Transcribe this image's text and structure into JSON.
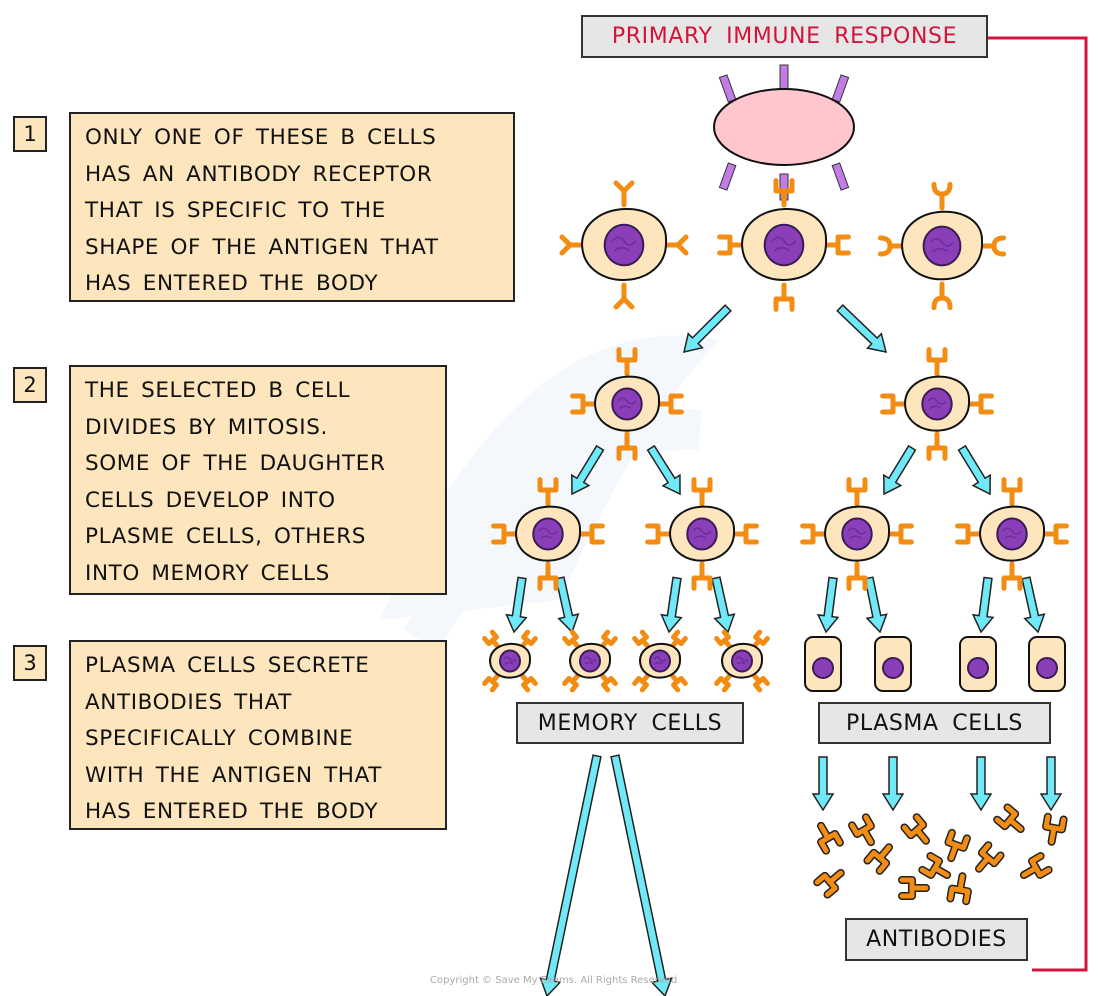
{
  "title": "PRIMARY IMMUNE RESPONSE",
  "colors": {
    "title_red": "#d4133a",
    "cell_fill": "#fde5bd",
    "nucleus": "#8a3fb8",
    "receptor": "#f28c12",
    "arrow": "#6fe9f7",
    "antigen_fill": "#ffc6cd",
    "antigen_spike": "#c27ce6",
    "label_grey": "#e6e6e6"
  },
  "steps": [
    {
      "number": "1",
      "lines": [
        "ONLY  ONE  OF  THESE  B CELLS",
        "HAS  AN  ANTIBODY  RECEPTOR",
        "THAT  IS  SPECIFIC  TO THE",
        "SHAPE  OF  THE  ANTIGEN THAT",
        "HAS  ENTERED THE  BODY"
      ]
    },
    {
      "number": "2",
      "lines": [
        "THE  SELECTED  B  CELL",
        "DIVIDES  BY  MITOSIS.",
        "SOME  OF  THE  DAUGHTER",
        "CELLS  DEVELOP  INTO",
        "PLASME  CELLS,  OTHERS",
        "INTO  MEMORY   CELLS"
      ]
    },
    {
      "number": "3",
      "lines": [
        "PLASMA  CELLS  SECRETE",
        "ANTIBODIES  THAT",
        "SPECIFICALLY  COMBINE",
        "WITH  THE  ANTIGEN  THAT",
        "HAS  ENTERED  THE  BODY"
      ]
    }
  ],
  "labels": {
    "memory_cells": "MEMORY  CELLS",
    "plasma_cells": "PLASMA  CELLS",
    "antibodies": "ANTIBODIES"
  },
  "copyright": "Copyright © Save My Exams. All Rights Reserved"
}
